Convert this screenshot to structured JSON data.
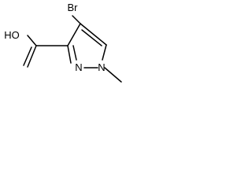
{
  "molecule": {
    "atoms": {
      "bromine": "Br",
      "hydroxyl": "HO",
      "ring_nitrogen_1": "N",
      "ring_nitrogen_2": "N"
    }
  },
  "colors": {
    "bond": "#000000",
    "text": "#000000",
    "background": "#ffffff"
  }
}
